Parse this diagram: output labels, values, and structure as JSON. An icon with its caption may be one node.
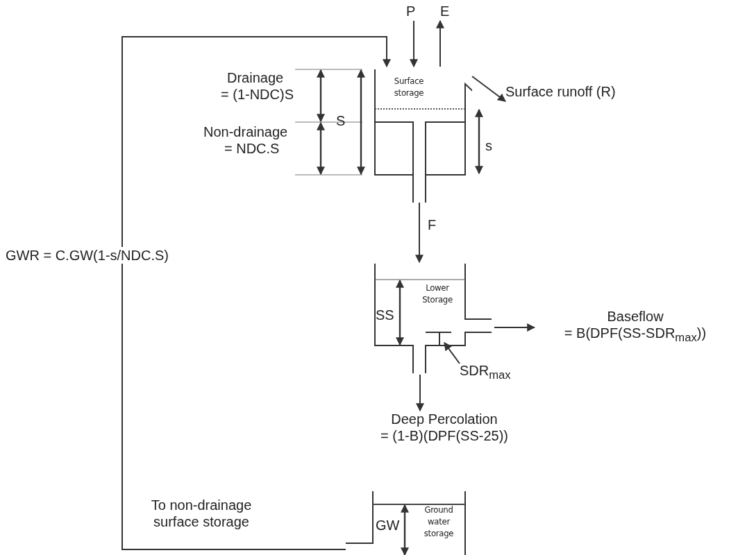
{
  "diagram": {
    "nodes": [
      {
        "text": [
          "P"
        ]
      },
      {
        "text": [
          "E"
        ]
      },
      {
        "text": [
          "Surface storage"
        ]
      },
      {
        "text": [
          "Surface runoff (R)"
        ]
      },
      {
        "text": [
          "Lower Storage"
        ]
      },
      {
        "text": [
          "Baseflow",
          "= B(DPF(SS-SDR$_{max}$))"
        ]
      },
      {
        "text": [
          "SDR$_{max}$"
        ]
      },
      {
        "text": [
          "Deep Percolation",
          "= (1-B)(DPF(SS-25))"
        ]
      },
      {
        "text": [
          "Ground water storage"
        ]
      }
    ],
    "edges": [
      {
        "from": 0,
        "to": 2,
        "arrow": "to"
      },
      {
        "from": 2,
        "to": 1,
        "arrow": "to"
      },
      {
        "from": 2,
        "to": 3,
        "arrow": "to"
      },
      {
        "from": 2,
        "to": 4,
        "arrow": "to",
        "label": "F"
      },
      {
        "from": 4,
        "to": 5,
        "arrow": "to"
      },
      {
        "from": 6,
        "to": 4,
        "arrow": "to"
      },
      {
        "from": 4,
        "to": 7,
        "arrow": "to"
      },
      {
        "from": 8,
        "to": 2,
        "arrow": "to",
        "label": "GWR = C.GW(1-s/NDC.S)"
      }
    ],
    "labels": [
      "Drainage",
      "= (1-NDC)S",
      "S",
      "Non-drainage",
      "= NDC.S",
      "s",
      "SS",
      "To non-drainage surface storage",
      "GW"
    ]
  }
}
